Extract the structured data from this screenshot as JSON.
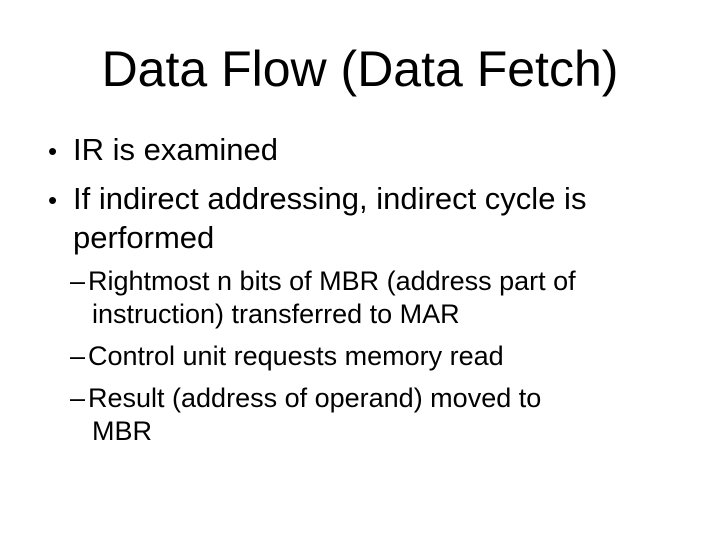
{
  "slide": {
    "title": "Data Flow (Data Fetch)",
    "bullets": [
      {
        "level": 1,
        "marker": "•",
        "text": "IR is examined"
      },
      {
        "level": 1,
        "marker": "•",
        "text": "If indirect addressing, indirect cycle is performed"
      },
      {
        "level": 2,
        "marker": "–",
        "text": "Rightmost n bits of MBR (address part of instruction) transferred to MAR"
      },
      {
        "level": 2,
        "marker": "–",
        "text": "Control unit requests memory read"
      },
      {
        "level": 2,
        "marker": "–",
        "text": "Result (address of operand) moved to MBR"
      }
    ],
    "colors": {
      "background": "#ffffff",
      "text": "#000000"
    }
  }
}
